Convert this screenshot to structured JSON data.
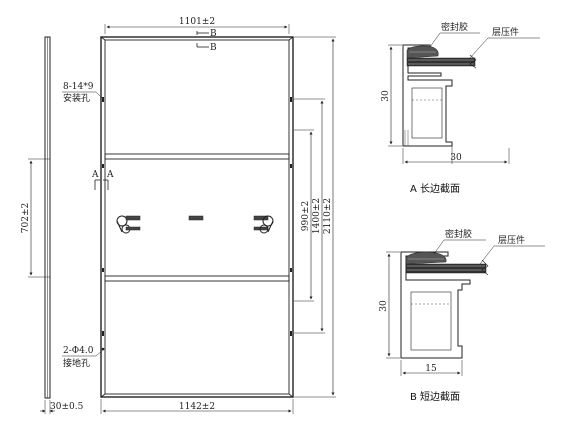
{
  "panel": {
    "dim_top": "1101±2",
    "dim_bottom": "1142±2",
    "dim_left_frame": "30±0.5",
    "dim_left_mount": "702±2",
    "dim_right_990": "990±2",
    "dim_right_1400": "1400±2",
    "dim_right_2110": "2110±2",
    "mount_hole_spec": "8-14*9",
    "mount_hole_name": "安装孔",
    "ground_hole_spec": "2-Φ4.0",
    "ground_hole_name": "接地孔",
    "marker_b": "B",
    "marker_a": "A"
  },
  "section_a": {
    "label_sealant": "密封胶",
    "label_laminate": "层压件",
    "dim_height": "30",
    "dim_width": "30",
    "caption": "A 长边截面"
  },
  "section_b": {
    "label_sealant": "密封胶",
    "label_laminate": "层压件",
    "dim_height": "30",
    "dim_width": "15",
    "caption": "B 短边截面"
  }
}
